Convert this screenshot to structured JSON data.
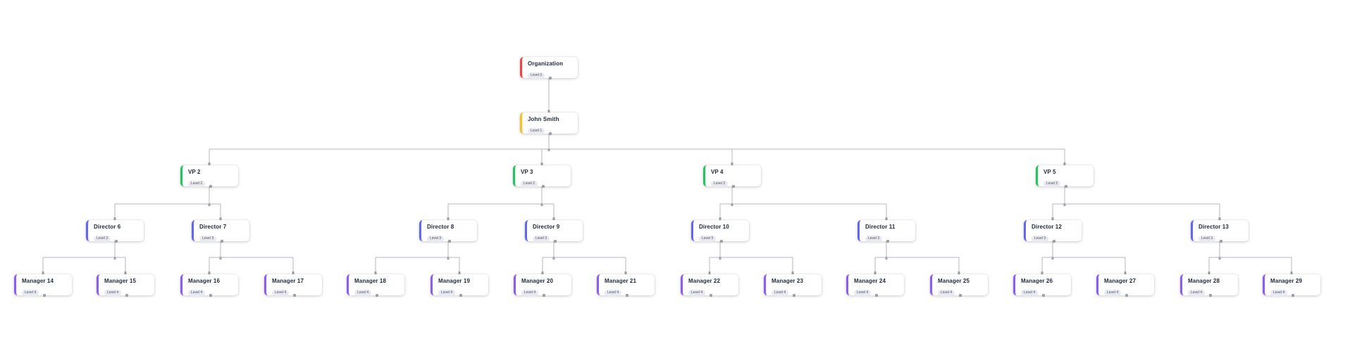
{
  "chart": {
    "type": "org-chart",
    "nodes": [
      {
        "id": "org",
        "label": "Organization",
        "level_label": "Level 0",
        "level": 0,
        "parent": null
      },
      {
        "id": "john",
        "label": "John Smith",
        "level_label": "Level 1",
        "level": 1,
        "parent": "org"
      },
      {
        "id": "vp2",
        "label": "VP 2",
        "level_label": "Level 2",
        "level": 2,
        "parent": "john"
      },
      {
        "id": "vp3",
        "label": "VP 3",
        "level_label": "Level 2",
        "level": 2,
        "parent": "john"
      },
      {
        "id": "vp4",
        "label": "VP 4",
        "level_label": "Level 2",
        "level": 2,
        "parent": "john"
      },
      {
        "id": "vp5",
        "label": "VP 5",
        "level_label": "Level 2",
        "level": 2,
        "parent": "john"
      },
      {
        "id": "d6",
        "label": "Director 6",
        "level_label": "Level 3",
        "level": 3,
        "parent": "vp2"
      },
      {
        "id": "d7",
        "label": "Director 7",
        "level_label": "Level 3",
        "level": 3,
        "parent": "vp2"
      },
      {
        "id": "d8",
        "label": "Director 8",
        "level_label": "Level 3",
        "level": 3,
        "parent": "vp3"
      },
      {
        "id": "d9",
        "label": "Director 9",
        "level_label": "Level 3",
        "level": 3,
        "parent": "vp3"
      },
      {
        "id": "d10",
        "label": "Director 10",
        "level_label": "Level 3",
        "level": 3,
        "parent": "vp4"
      },
      {
        "id": "d11",
        "label": "Director 11",
        "level_label": "Level 3",
        "level": 3,
        "parent": "vp4"
      },
      {
        "id": "d12",
        "label": "Director 12",
        "level_label": "Level 3",
        "level": 3,
        "parent": "vp5"
      },
      {
        "id": "d13",
        "label": "Director 13",
        "level_label": "Level 3",
        "level": 3,
        "parent": "vp5"
      },
      {
        "id": "m14",
        "label": "Manager 14",
        "level_label": "Level 4",
        "level": 4,
        "parent": "d6"
      },
      {
        "id": "m15",
        "label": "Manager 15",
        "level_label": "Level 4",
        "level": 4,
        "parent": "d6"
      },
      {
        "id": "m16",
        "label": "Manager 16",
        "level_label": "Level 4",
        "level": 4,
        "parent": "d7"
      },
      {
        "id": "m17",
        "label": "Manager 17",
        "level_label": "Level 4",
        "level": 4,
        "parent": "d7"
      },
      {
        "id": "m18",
        "label": "Manager 18",
        "level_label": "Level 4",
        "level": 4,
        "parent": "d8"
      },
      {
        "id": "m19",
        "label": "Manager 19",
        "level_label": "Level 4",
        "level": 4,
        "parent": "d8"
      },
      {
        "id": "m20",
        "label": "Manager 20",
        "level_label": "Level 4",
        "level": 4,
        "parent": "d9"
      },
      {
        "id": "m21",
        "label": "Manager 21",
        "level_label": "Level 4",
        "level": 4,
        "parent": "d9"
      },
      {
        "id": "m22",
        "label": "Manager 22",
        "level_label": "Level 4",
        "level": 4,
        "parent": "d10"
      },
      {
        "id": "m23",
        "label": "Manager 23",
        "level_label": "Level 4",
        "level": 4,
        "parent": "d10"
      },
      {
        "id": "m24",
        "label": "Manager 24",
        "level_label": "Level 4",
        "level": 4,
        "parent": "d11"
      },
      {
        "id": "m25",
        "label": "Manager 25",
        "level_label": "Level 4",
        "level": 4,
        "parent": "d11"
      },
      {
        "id": "m26",
        "label": "Manager 26",
        "level_label": "Level 4",
        "level": 4,
        "parent": "d12"
      },
      {
        "id": "m27",
        "label": "Manager 27",
        "level_label": "Level 4",
        "level": 4,
        "parent": "d12"
      },
      {
        "id": "m28",
        "label": "Manager 28",
        "level_label": "Level 4",
        "level": 4,
        "parent": "d13"
      },
      {
        "id": "m29",
        "label": "Manager 29",
        "level_label": "Level 4",
        "level": 4,
        "parent": "d13"
      }
    ]
  },
  "colors": {
    "level0_accent": "#ef4444",
    "level1_accent": "#fbbf24",
    "level2_accent": "#22c55e",
    "level3_accent": "#6366f1",
    "level4_accent": "#8b5cf6",
    "edge": "#b4b7bc",
    "edge_nub": "#9ba0a6",
    "badge_bg": "#e9e9f1",
    "badge_text": "#52525b",
    "title_text": "#1f2937",
    "card_bg": "#ffffff",
    "background": "#ffffff"
  }
}
